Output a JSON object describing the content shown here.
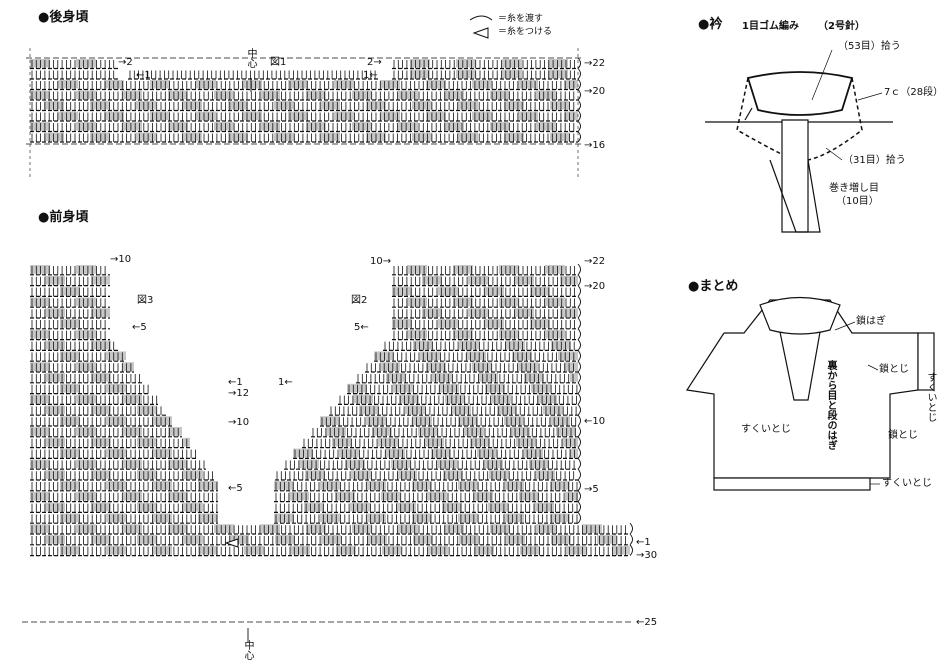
{
  "back_body": {
    "title": "●後身頃",
    "figure": "図1",
    "center": "中心",
    "markers": {
      "left_arrow_2": "→2",
      "left_arrow_1": "←1",
      "right_arrow_2": "2→",
      "right_arrow_1": "1←",
      "row_22": "→22",
      "row_20": "→20",
      "row_16": "→16"
    }
  },
  "legend": {
    "pass_yarn": "＝糸を渡す",
    "attach_yarn": "＝糸をつける"
  },
  "front_body": {
    "title": "●前身頃",
    "fig2": "図2",
    "fig3": "図3",
    "center": "中心",
    "left_markers": {
      "top": "→10",
      "m5": "←5",
      "m1": "←1",
      "m12": "→12",
      "m10": "→10",
      "m5b": "←5"
    },
    "right_markers": {
      "top": "10→",
      "m5": "5←",
      "m1": "1←",
      "r22": "→22",
      "r20": "→20",
      "r10": "←10",
      "r5": "→5"
    },
    "bottom_markers": {
      "r1": "←1",
      "r30": "→30",
      "r25": "←25"
    }
  },
  "collar": {
    "title": "●衿",
    "stitch": "1目ゴム編み",
    "needle": "（2号針）",
    "picked_53": "（53目）拾う",
    "length": "7ｃ（28段）",
    "picked_31": "（31目）拾う",
    "cast_on": "巻き増し目",
    "cast_on_count": "（10目）"
  },
  "assembly": {
    "title": "●まとめ",
    "chain_seam": "鎖はぎ",
    "chain_join_1": "鎖とじ",
    "chain_join_2": "鎖とじ",
    "back_seam": "裏から目と段のはぎ",
    "scoop_join_1": "すくいとじ",
    "scoop_join_2": "すくいとじ",
    "scoop_join_3": "すくいとじ"
  },
  "colors": {
    "ink": "#111111",
    "shade": "#c8c8c8"
  }
}
